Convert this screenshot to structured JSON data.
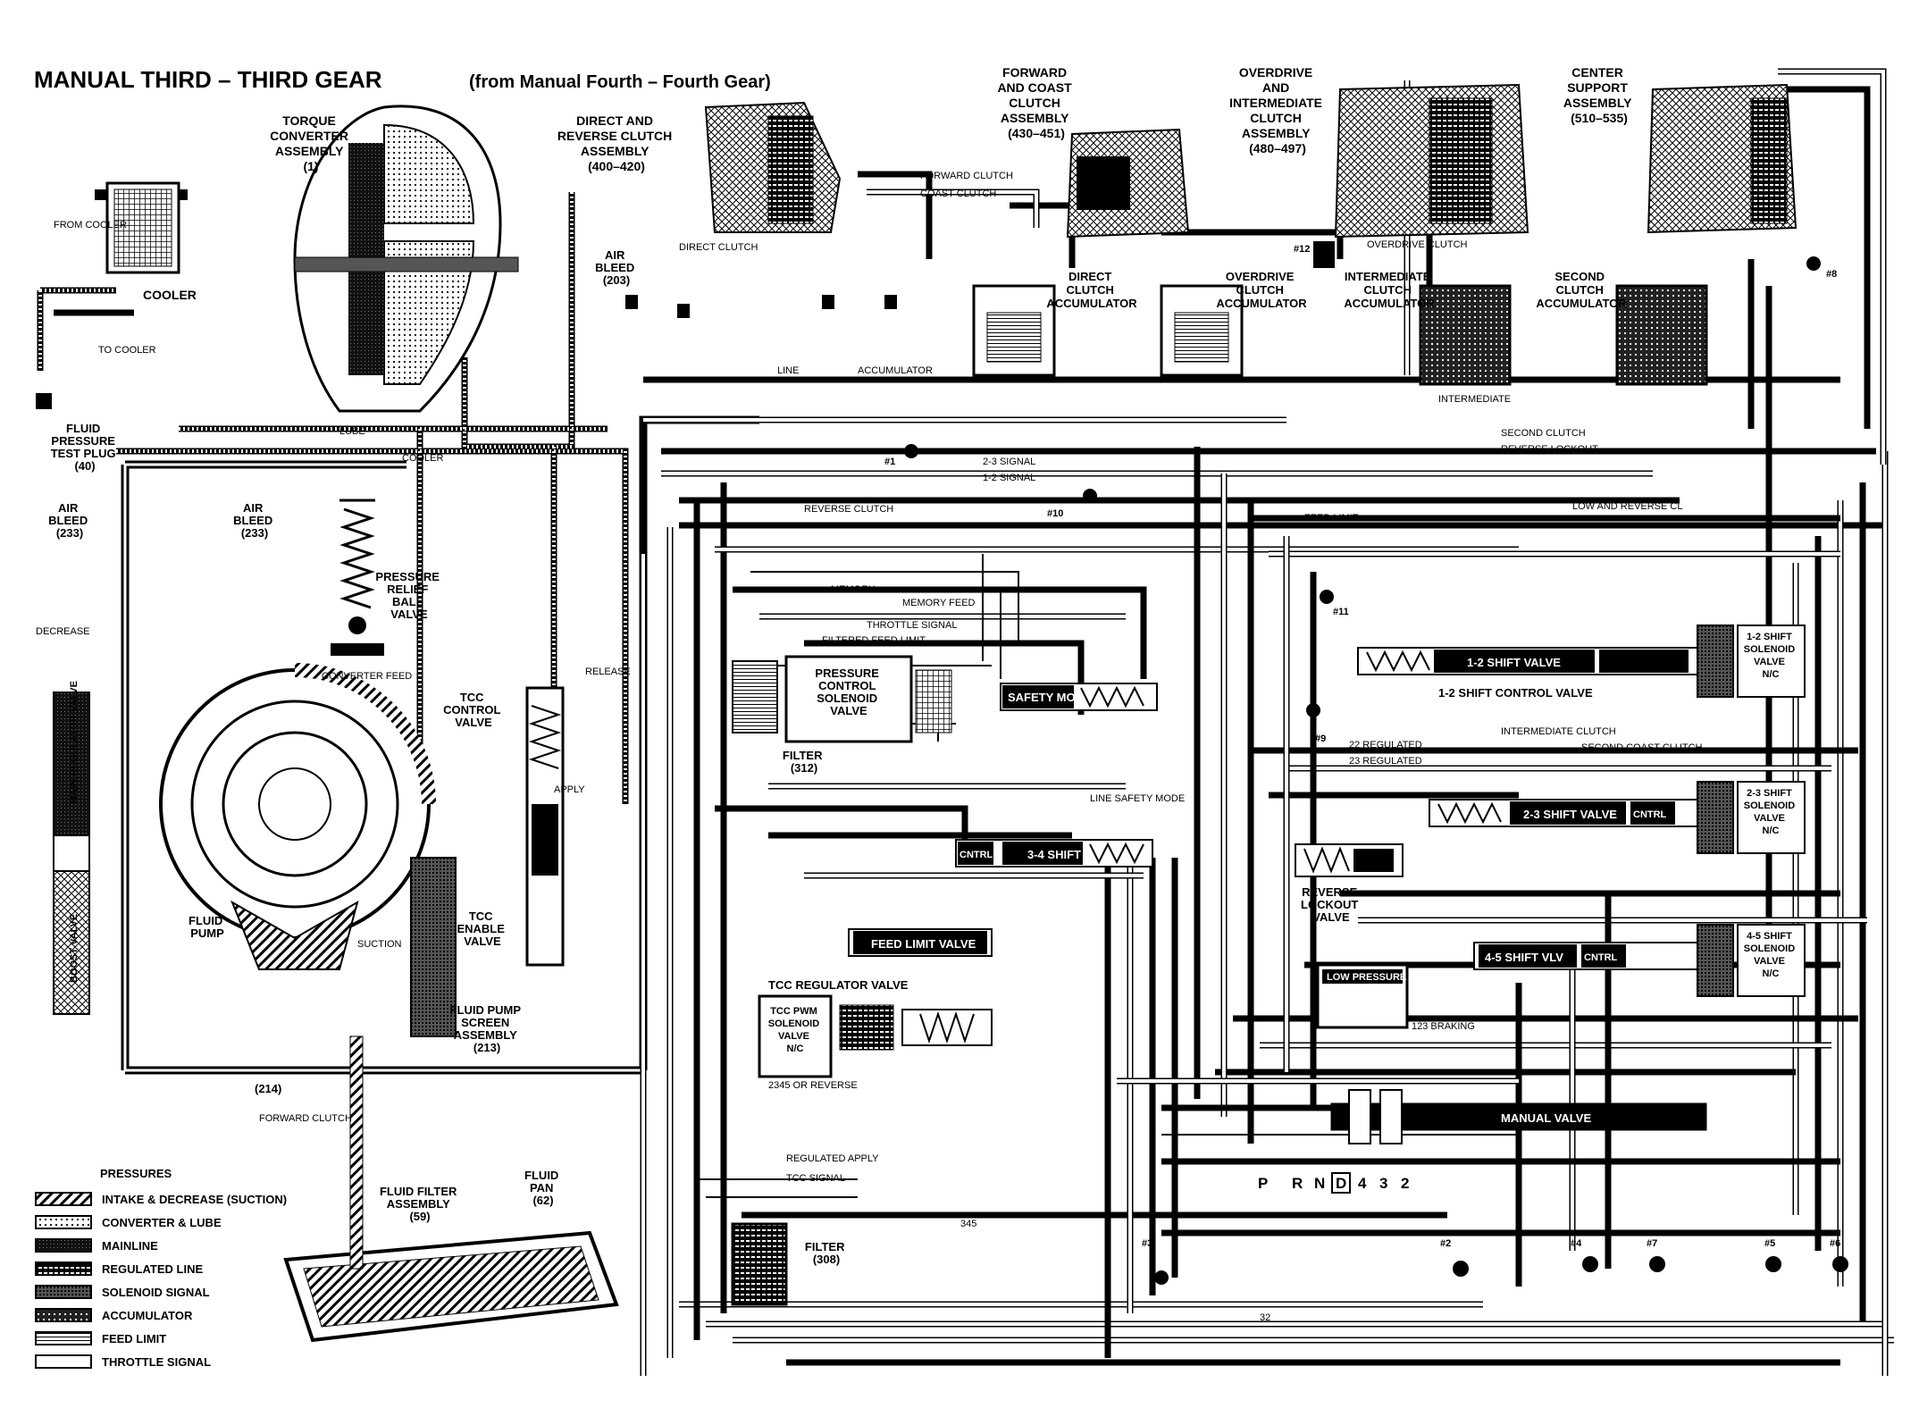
{
  "title": "MANUAL THIRD – THIRD GEAR",
  "subtitle": "(from Manual Fourth – Fourth Gear)",
  "components": {
    "torque_converter": [
      "TORQUE",
      "CONVERTER",
      "ASSEMBLY",
      "(1)"
    ],
    "direct_reverse_clutch": [
      "DIRECT AND",
      "REVERSE CLUTCH",
      "ASSEMBLY",
      "(400–420)"
    ],
    "forward_coast_clutch": [
      "FORWARD",
      "AND COAST",
      "CLUTCH",
      "ASSEMBLY",
      "(430–451)"
    ],
    "overdrive_intermediate_clutch": [
      "OVERDRIVE",
      "AND",
      "INTERMEDIATE",
      "CLUTCH",
      "ASSEMBLY",
      "(480–497)"
    ],
    "center_support": [
      "CENTER",
      "SUPPORT",
      "ASSEMBLY",
      "(510–535)"
    ],
    "cooler": "COOLER",
    "fluid_pressure_test_plug": [
      "FLUID",
      "PRESSURE",
      "TEST PLUG",
      "(40)"
    ],
    "air_bleed_233_left": [
      "AIR",
      "BLEED",
      "(233)"
    ],
    "air_bleed_233_center": [
      "AIR",
      "BLEED",
      "(233)"
    ],
    "air_bleed_203": [
      "AIR",
      "BLEED",
      "(203)"
    ],
    "pressure_relief_ball_valve": [
      "PRESSURE",
      "RELIEF",
      "BALL",
      "VALVE"
    ],
    "fluid_pump": [
      "FLUID",
      "PUMP"
    ],
    "tcc_control_valve": [
      "TCC",
      "CONTROL",
      "VALVE"
    ],
    "tcc_enable_valve": [
      "TCC",
      "ENABLE",
      "VALVE"
    ],
    "fluid_pump_screen": [
      "FLUID PUMP",
      "SCREEN",
      "ASSEMBLY",
      "(213)"
    ],
    "fluid_filter": [
      "FLUID FILTER",
      "ASSEMBLY",
      "(59)"
    ],
    "fluid_pan": [
      "FLUID",
      "PAN",
      "(62)"
    ],
    "main_regulator_boost_valve": "MAIN REGULATOR VALVE",
    "boost_valve": "BOOST VALVE",
    "direct_clutch_accumulator": [
      "DIRECT",
      "CLUTCH",
      "ACCUMULATOR"
    ],
    "overdrive_clutch_accumulator": [
      "OVERDRIVE",
      "CLUTCH",
      "ACCUMULATOR"
    ],
    "intermediate_clutch_accumulator": [
      "INTERMEDIATE",
      "CLUTCH",
      "ACCUMULATOR"
    ],
    "second_clutch_accumulator": [
      "SECOND",
      "CLUTCH",
      "ACCUMULATOR"
    ],
    "pressure_control_solenoid": [
      "PRESSURE",
      "CONTROL",
      "SOLENOID",
      "VALVE"
    ],
    "filter_312": [
      "FILTER",
      "(312)"
    ],
    "filter_308": [
      "FILTER",
      "(308)"
    ],
    "safety_mode": "SAFETY MODE",
    "shift_34": "3-4 SHIFT",
    "cntrl": "CNTRL",
    "feed_limit_valve": "FEED LIMIT VALVE",
    "tcc_regulator_valve": "TCC REGULATOR VALVE",
    "tcc_pwm_solenoid": [
      "TCC PWM",
      "SOLENOID",
      "VALVE",
      "N/C"
    ],
    "shift_12_valve": "1-2 SHIFT VALVE",
    "shift_12_control_valve": "1-2 SHIFT CONTROL VALVE",
    "shift_23_valve": "2-3 SHIFT VALVE",
    "shift_45_valve": "4-5 SHIFT VLV",
    "reverse_lockout_valve": [
      "REVERSE",
      "LOCKOUT",
      "VALVE"
    ],
    "low_pressure": "LOW PRESSURE",
    "manual_valve": "MANUAL VALVE",
    "solenoid_12": [
      "1-2 SHIFT",
      "SOLENOID",
      "VALVE",
      "N/C"
    ],
    "solenoid_23": [
      "2-3 SHIFT",
      "SOLENOID",
      "VALVE",
      "N/C"
    ],
    "solenoid_45": [
      "4-5 SHIFT",
      "SOLENOID",
      "VALVE",
      "N/C"
    ]
  },
  "gear_selector": {
    "positions": [
      "P",
      "R",
      "N",
      "D",
      "4",
      "3",
      "2"
    ],
    "selected": "D"
  },
  "checkballs": [
    "#1",
    "#2",
    "#3",
    "#4",
    "#5",
    "#6",
    "#7",
    "#8",
    "#9",
    "#10",
    "#11",
    "#12"
  ],
  "passage_labels": [
    "FORWARD CLUTCH",
    "COAST CLUTCH",
    "OVERDRIVE CLUTCH",
    "DIRECT CLUTCH",
    "LINE",
    "ACCUMULATOR",
    "INTERMEDIATE",
    "SECOND CLUTCH",
    "REVERSE LOCKOUT",
    "2-3 SIGNAL",
    "1-2 SIGNAL",
    "REVERSE CLUTCH",
    "FEED LIMIT",
    "LOW AND REVERSE CL",
    "MEMORY",
    "MEMORY FEED",
    "THROTTLE SIGNAL",
    "FILTERED FEED LIMIT",
    "CONVERTER FEED",
    "APPLY",
    "RELEASE",
    "COOLER",
    "LUBE",
    "TO COOLER",
    "FROM COOLER",
    "DECREASE",
    "SUCTION",
    "FORWARD CLUTCH",
    "REGULATED APPLY",
    "TCC SIGNAL",
    "2345 OR REVERSE",
    "22 REGULATED",
    "23 REGULATED",
    "INTERMEDIATE CLUTCH",
    "SECOND COAST CLUTCH",
    "LINE SAFETY MODE",
    "123 BRAKING",
    "345",
    "32",
    "(214)"
  ],
  "legend": {
    "heading": "PRESSURES",
    "items": [
      {
        "name": "INTAKE & DECREASE (SUCTION)",
        "pattern": "intake"
      },
      {
        "name": "CONVERTER & LUBE",
        "pattern": "converter"
      },
      {
        "name": "MAINLINE",
        "pattern": "mainline"
      },
      {
        "name": "REGULATED LINE",
        "pattern": "regulated"
      },
      {
        "name": "SOLENOID SIGNAL",
        "pattern": "solenoid"
      },
      {
        "name": "ACCUMULATOR",
        "pattern": "accumulator"
      },
      {
        "name": "FEED LIMIT",
        "pattern": "feedlimit"
      },
      {
        "name": "THROTTLE SIGNAL",
        "pattern": "throttle"
      }
    ]
  },
  "colors": {
    "ink": "#000000",
    "paper": "#ffffff"
  }
}
